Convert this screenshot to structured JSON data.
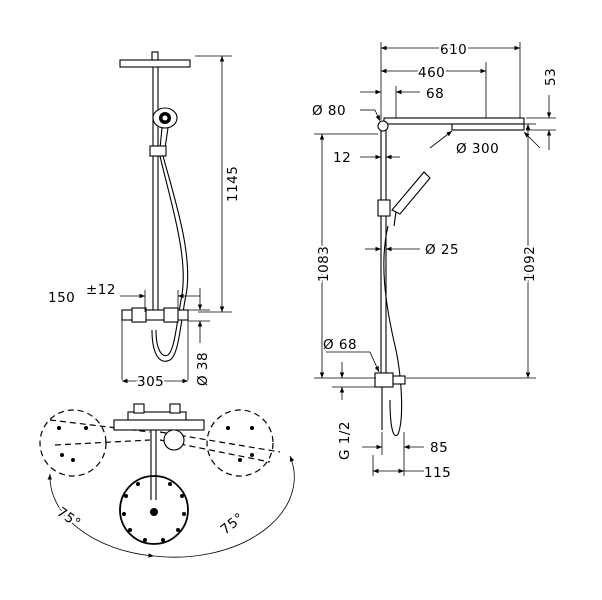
{
  "labels": {
    "d610": "610",
    "d460": "460",
    "d53": "53",
    "dia80": "Ø 80",
    "d68top": "68",
    "dia300": "Ø 300",
    "d12": "12",
    "d1083": "1083",
    "dia25": "Ø 25",
    "d1092": "1092",
    "dia68": "Ø 68",
    "g12": "G 1/2",
    "d85": "85",
    "d115": "115",
    "d1145": "1145",
    "d150": "150",
    "tol12": "±12",
    "dia38": "Ø 38",
    "d305": "305",
    "ang75left": "75°",
    "ang75right": "75°"
  }
}
